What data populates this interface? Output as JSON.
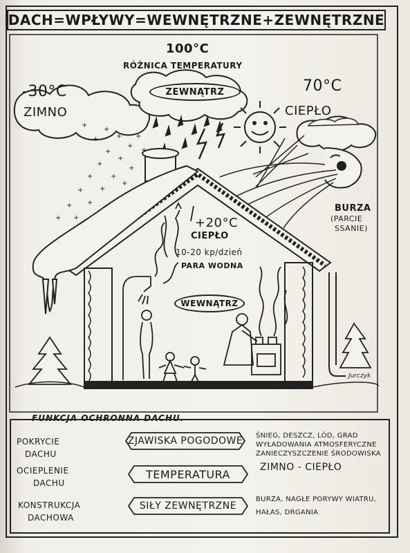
{
  "title": "DACH=WPŁYWY=WEWNĘTRZNE+ZEWNĘTRZNE",
  "top_temp": "100°C",
  "temp_difference": "RÓŻNICA TEMPERATURY",
  "cold_temp": "-30°C",
  "cold_label": "ZIMNO",
  "outside_label": "ZEWNĄTRZ",
  "hot_temp": "70°C",
  "hot_label": "CIEPŁO",
  "storm_label": "BURZA",
  "storm_detail_1": "(PARCIE",
  "storm_detail_2": "SSANIE)",
  "inside_temp": "+20°C",
  "inside_label_warm": "CIEPŁO",
  "vapor_rate": "10-20 kp/dzień",
  "vapor_label": "PARA WODNA",
  "inside_label": "WEWNĄTRZ",
  "section_title": "FUNKCJA OCHRONNA DACHU.",
  "rows": [
    {
      "left_1": "POKRYCIE",
      "left_2": "DACHU",
      "middle": "ZJAWISKA POGODOWE",
      "right_1": "ŚNIEG, DESZCZ, LÓD, GRAD",
      "right_2": "WYŁADOWANIA ATMOSFERYCZNE",
      "right_3": "ZANIECZYSZCZENIE ŚRODOWISKA"
    },
    {
      "left_1": "OCIEPLENIE",
      "left_2": "DACHU",
      "middle": "TEMPERATURA",
      "right_1": "ZIMNO - CIEPŁO",
      "right_2": "",
      "right_3": ""
    },
    {
      "left_1": "KONSTRUKCJA",
      "left_2": "DACHOWA",
      "middle": "SIŁY ZEWNĘTRZNE",
      "right_1": "BURZA, NAGŁE PORYWY WIATRU,",
      "right_2": "HAŁAS, DRGANIA",
      "right_3": ""
    }
  ],
  "signature": "Jurczyk"
}
